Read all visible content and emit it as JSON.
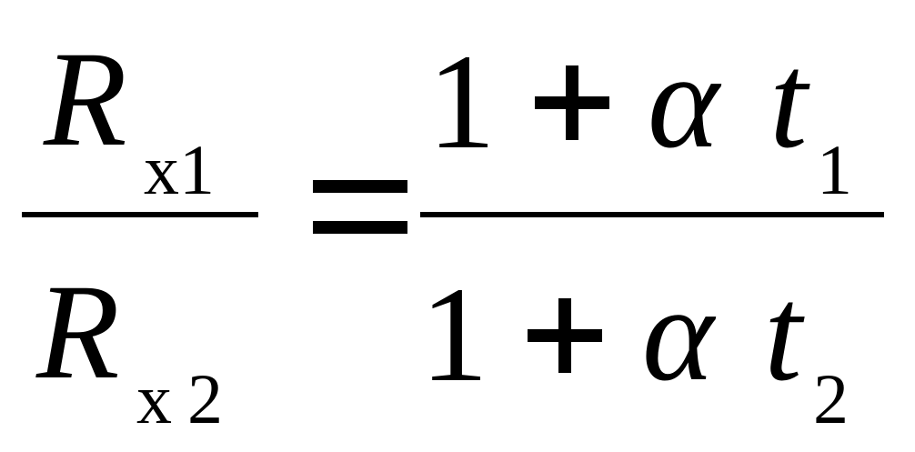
{
  "formula": {
    "lhs": {
      "numerator": {
        "var": "R",
        "sub": "x1"
      },
      "denominator": {
        "var": "R",
        "sub_letter": "x",
        "sub_digit": "2"
      }
    },
    "equals": "=",
    "rhs": {
      "numerator": {
        "one": "1",
        "plus": "+",
        "alpha": "α",
        "t": "t",
        "sub": "1"
      },
      "denominator": {
        "one": "1",
        "plus": "+",
        "alpha": "α",
        "t": "t",
        "sub": "2"
      }
    }
  }
}
